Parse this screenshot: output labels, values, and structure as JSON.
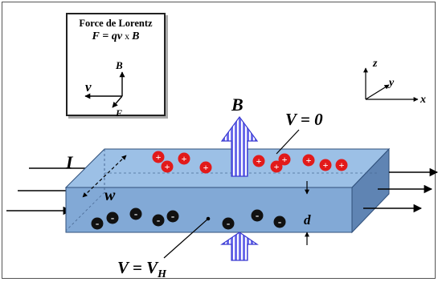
{
  "lorentz_box": {
    "title": "Force de Lorentz",
    "eq_F": "F",
    "eq_eq": " = ",
    "eq_q": "q",
    "eq_v": "v",
    "eq_x": " x ",
    "eq_B": "B",
    "axis_B": "B",
    "axis_v": "v",
    "axis_F": "F"
  },
  "coordinate_axes": {
    "z": "z",
    "y": "y",
    "x": "x"
  },
  "labels": {
    "magnetic_field": "B",
    "current": "I",
    "width": "w",
    "thickness": "d",
    "top_voltage": "V = 0",
    "hall_V": "V = V",
    "hall_subscript": "H"
  },
  "charges": {
    "positive_symbol": "+",
    "negative_symbol": "-"
  },
  "colors": {
    "slab_top": "#9cc0e6",
    "slab_front": "#82a9d6",
    "slab_side": "#5f84b3",
    "arrow_fill": "#5a5ae0",
    "positive_charge": "#e21a1a",
    "negative_charge": "#111111"
  }
}
